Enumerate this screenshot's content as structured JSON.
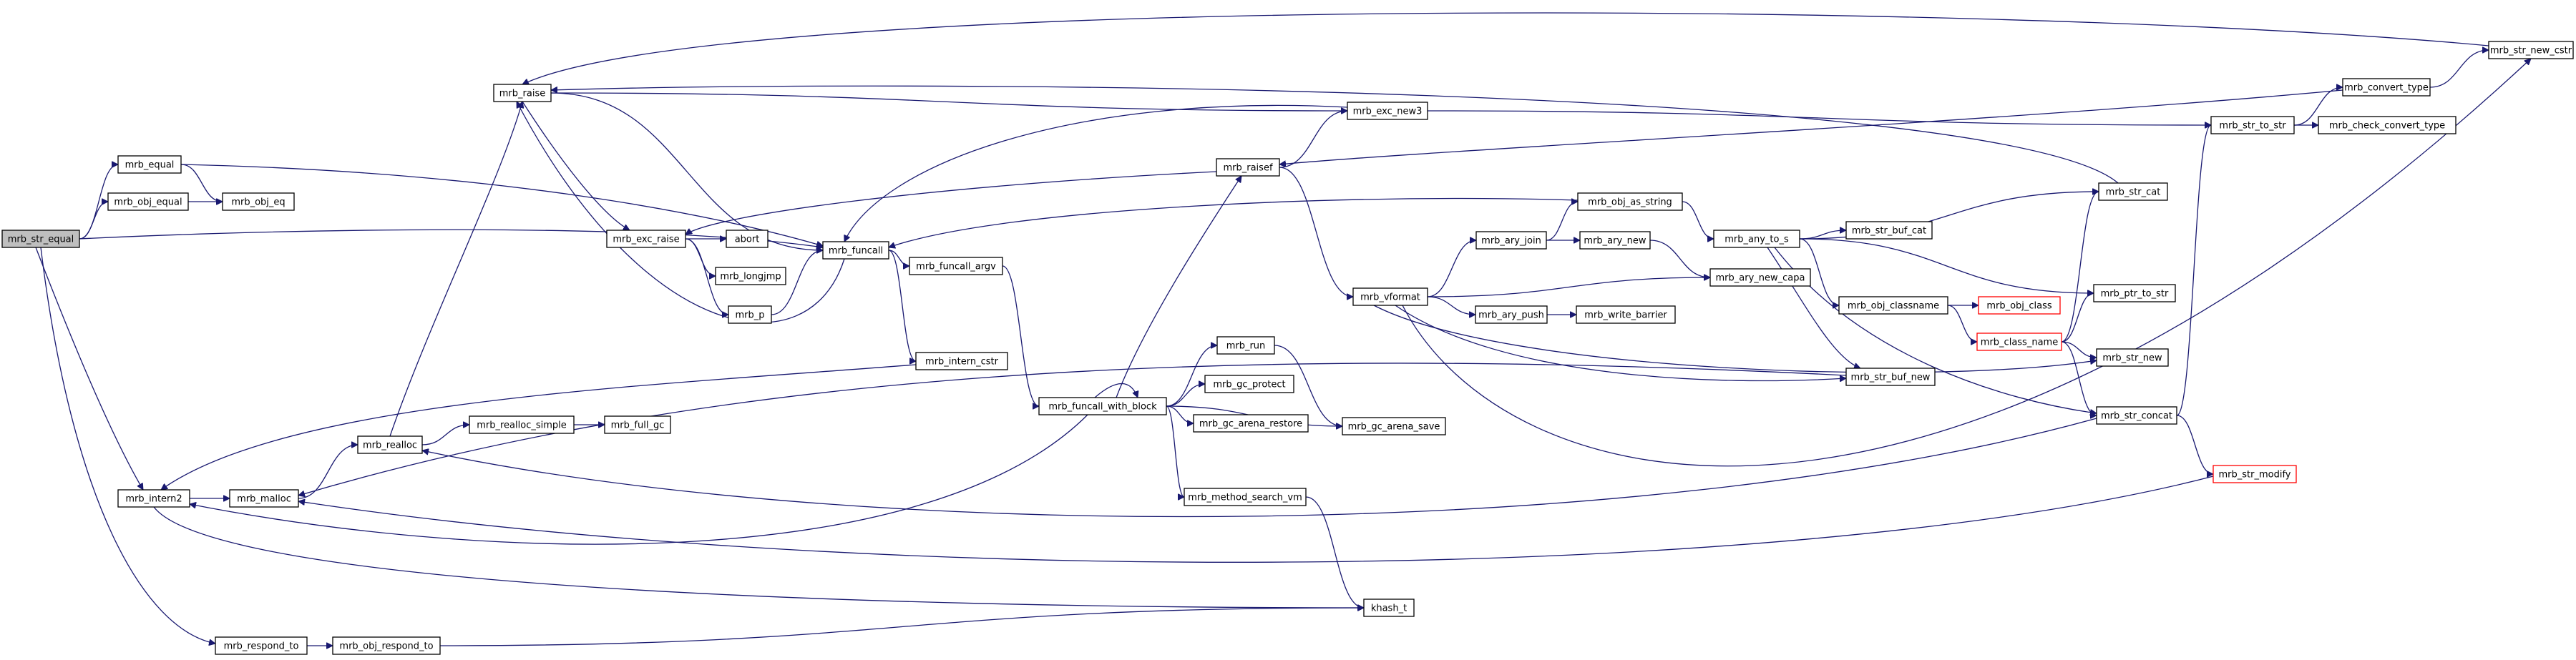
{
  "graph": {
    "root": "mrb_str_equal",
    "colors": {
      "edge": "#191970",
      "node_border": "#000000",
      "truncated_border": "#ff0000",
      "root_fill": "#bfbfbf"
    },
    "nodes": [
      {
        "id": "mrb_str_equal",
        "label": "mrb_str_equal",
        "root": true
      },
      {
        "id": "mrb_equal",
        "label": "mrb_equal"
      },
      {
        "id": "mrb_obj_equal",
        "label": "mrb_obj_equal"
      },
      {
        "id": "mrb_obj_eq",
        "label": "mrb_obj_eq"
      },
      {
        "id": "mrb_intern2",
        "label": "mrb_intern2"
      },
      {
        "id": "mrb_respond_to",
        "label": "mrb_respond_to"
      },
      {
        "id": "mrb_obj_respond_to",
        "label": "mrb_obj_respond_to"
      },
      {
        "id": "mrb_malloc",
        "label": "mrb_malloc"
      },
      {
        "id": "mrb_realloc",
        "label": "mrb_realloc"
      },
      {
        "id": "mrb_realloc_simple",
        "label": "mrb_realloc_simple"
      },
      {
        "id": "mrb_full_gc",
        "label": "mrb_full_gc"
      },
      {
        "id": "mrb_raise",
        "label": "mrb_raise"
      },
      {
        "id": "mrb_exc_raise",
        "label": "mrb_exc_raise"
      },
      {
        "id": "abort",
        "label": "abort"
      },
      {
        "id": "mrb_longjmp",
        "label": "mrb_longjmp"
      },
      {
        "id": "mrb_p",
        "label": "mrb_p"
      },
      {
        "id": "mrb_funcall",
        "label": "mrb_funcall"
      },
      {
        "id": "mrb_funcall_argv",
        "label": "mrb_funcall_argv"
      },
      {
        "id": "mrb_intern_cstr",
        "label": "mrb_intern_cstr"
      },
      {
        "id": "mrb_funcall_with_block",
        "label": "mrb_funcall_with_block"
      },
      {
        "id": "mrb_run",
        "label": "mrb_run"
      },
      {
        "id": "mrb_gc_protect",
        "label": "mrb_gc_protect"
      },
      {
        "id": "mrb_gc_arena_restore",
        "label": "mrb_gc_arena_restore"
      },
      {
        "id": "mrb_gc_arena_save",
        "label": "mrb_gc_arena_save"
      },
      {
        "id": "mrb_method_search_vm",
        "label": "mrb_method_search_vm"
      },
      {
        "id": "khash_t",
        "label": "khash_t"
      },
      {
        "id": "mrb_raisef",
        "label": "mrb_raisef"
      },
      {
        "id": "mrb_exc_new3",
        "label": "mrb_exc_new3"
      },
      {
        "id": "mrb_vformat",
        "label": "mrb_vformat"
      },
      {
        "id": "mrb_ary_join",
        "label": "mrb_ary_join"
      },
      {
        "id": "mrb_ary_new",
        "label": "mrb_ary_new"
      },
      {
        "id": "mrb_ary_new_capa",
        "label": "mrb_ary_new_capa"
      },
      {
        "id": "mrb_ary_push",
        "label": "mrb_ary_push"
      },
      {
        "id": "mrb_write_barrier",
        "label": "mrb_write_barrier"
      },
      {
        "id": "mrb_obj_as_string",
        "label": "mrb_obj_as_string"
      },
      {
        "id": "mrb_any_to_s",
        "label": "mrb_any_to_s"
      },
      {
        "id": "mrb_str_buf_cat",
        "label": "mrb_str_buf_cat"
      },
      {
        "id": "mrb_obj_classname",
        "label": "mrb_obj_classname"
      },
      {
        "id": "mrb_obj_class",
        "label": "mrb_obj_class",
        "truncated": true
      },
      {
        "id": "mrb_class_name",
        "label": "mrb_class_name",
        "truncated": true
      },
      {
        "id": "mrb_str_buf_new",
        "label": "mrb_str_buf_new"
      },
      {
        "id": "mrb_str_cat",
        "label": "mrb_str_cat"
      },
      {
        "id": "mrb_ptr_to_str",
        "label": "mrb_ptr_to_str"
      },
      {
        "id": "mrb_str_new",
        "label": "mrb_str_new"
      },
      {
        "id": "mrb_str_concat",
        "label": "mrb_str_concat"
      },
      {
        "id": "mrb_str_modify",
        "label": "mrb_str_modify",
        "truncated": true
      },
      {
        "id": "mrb_str_to_str",
        "label": "mrb_str_to_str"
      },
      {
        "id": "mrb_convert_type",
        "label": "mrb_convert_type"
      },
      {
        "id": "mrb_check_convert_type",
        "label": "mrb_check_convert_type"
      },
      {
        "id": "mrb_str_new_cstr",
        "label": "mrb_str_new_cstr"
      }
    ],
    "edges": [
      [
        "mrb_str_equal",
        "mrb_equal"
      ],
      [
        "mrb_str_equal",
        "mrb_obj_equal"
      ],
      [
        "mrb_str_equal",
        "mrb_funcall"
      ],
      [
        "mrb_str_equal",
        "mrb_intern2"
      ],
      [
        "mrb_str_equal",
        "mrb_respond_to"
      ],
      [
        "mrb_equal",
        "mrb_obj_eq"
      ],
      [
        "mrb_equal",
        "mrb_funcall"
      ],
      [
        "mrb_obj_equal",
        "mrb_obj_eq"
      ],
      [
        "mrb_intern2",
        "mrb_malloc"
      ],
      [
        "mrb_intern2",
        "khash_t"
      ],
      [
        "mrb_respond_to",
        "mrb_obj_respond_to"
      ],
      [
        "mrb_obj_respond_to",
        "khash_t"
      ],
      [
        "mrb_malloc",
        "mrb_realloc"
      ],
      [
        "mrb_realloc",
        "mrb_realloc_simple"
      ],
      [
        "mrb_realloc",
        "mrb_raise"
      ],
      [
        "mrb_realloc_simple",
        "mrb_full_gc"
      ],
      [
        "mrb_raise",
        "mrb_exc_raise"
      ],
      [
        "mrb_raise",
        "mrb_exc_new3"
      ],
      [
        "mrb_raise",
        "mrb_funcall"
      ],
      [
        "mrb_exc_raise",
        "abort"
      ],
      [
        "mrb_exc_raise",
        "mrb_longjmp"
      ],
      [
        "mrb_exc_raise",
        "mrb_p"
      ],
      [
        "mrb_p",
        "mrb_funcall"
      ],
      [
        "mrb_funcall",
        "mrb_funcall_argv"
      ],
      [
        "mrb_funcall",
        "mrb_intern_cstr"
      ],
      [
        "mrb_funcall",
        "mrb_raise"
      ],
      [
        "mrb_intern_cstr",
        "mrb_intern2"
      ],
      [
        "mrb_funcall_argv",
        "mrb_funcall_with_block"
      ],
      [
        "mrb_funcall_with_block",
        "mrb_run"
      ],
      [
        "mrb_funcall_with_block",
        "mrb_gc_protect"
      ],
      [
        "mrb_funcall_with_block",
        "mrb_gc_arena_restore"
      ],
      [
        "mrb_funcall_with_block",
        "mrb_gc_arena_save"
      ],
      [
        "mrb_funcall_with_block",
        "mrb_method_search_vm"
      ],
      [
        "mrb_funcall_with_block",
        "mrb_raisef"
      ],
      [
        "mrb_funcall_with_block",
        "mrb_intern2"
      ],
      [
        "mrb_funcall_with_block",
        "mrb_funcall_with_block"
      ],
      [
        "mrb_run",
        "mrb_gc_arena_save"
      ],
      [
        "mrb_method_search_vm",
        "khash_t"
      ],
      [
        "mrb_raisef",
        "mrb_exc_new3"
      ],
      [
        "mrb_raisef",
        "mrb_vformat"
      ],
      [
        "mrb_raisef",
        "mrb_exc_raise"
      ],
      [
        "mrb_exc_new3",
        "mrb_funcall"
      ],
      [
        "mrb_exc_new3",
        "mrb_str_to_str"
      ],
      [
        "mrb_vformat",
        "mrb_ary_join"
      ],
      [
        "mrb_vformat",
        "mrb_ary_new_capa"
      ],
      [
        "mrb_vformat",
        "mrb_ary_push"
      ],
      [
        "mrb_vformat",
        "mrb_str_new"
      ],
      [
        "mrb_vformat",
        "mrb_str_buf_new"
      ],
      [
        "mrb_vformat",
        "mrb_str_new_cstr"
      ],
      [
        "mrb_ary_join",
        "mrb_obj_as_string"
      ],
      [
        "mrb_ary_join",
        "mrb_ary_new"
      ],
      [
        "mrb_ary_new",
        "mrb_ary_new_capa"
      ],
      [
        "mrb_ary_push",
        "mrb_write_barrier"
      ],
      [
        "mrb_obj_as_string",
        "mrb_any_to_s"
      ],
      [
        "mrb_obj_as_string",
        "mrb_funcall"
      ],
      [
        "mrb_any_to_s",
        "mrb_str_buf_cat"
      ],
      [
        "mrb_any_to_s",
        "mrb_obj_classname"
      ],
      [
        "mrb_any_to_s",
        "mrb_str_cat"
      ],
      [
        "mrb_any_to_s",
        "mrb_ptr_to_str"
      ],
      [
        "mrb_any_to_s",
        "mrb_str_buf_new"
      ],
      [
        "mrb_any_to_s",
        "mrb_str_concat"
      ],
      [
        "mrb_obj_classname",
        "mrb_obj_class"
      ],
      [
        "mrb_obj_classname",
        "mrb_class_name"
      ],
      [
        "mrb_class_name",
        "mrb_str_cat"
      ],
      [
        "mrb_class_name",
        "mrb_ptr_to_str"
      ],
      [
        "mrb_class_name",
        "mrb_str_new"
      ],
      [
        "mrb_class_name",
        "mrb_str_concat"
      ],
      [
        "mrb_str_buf_new",
        "mrb_malloc"
      ],
      [
        "mrb_str_cat",
        "mrb_raise"
      ],
      [
        "mrb_str_concat",
        "mrb_str_to_str"
      ],
      [
        "mrb_str_concat",
        "mrb_str_modify"
      ],
      [
        "mrb_str_concat",
        "mrb_realloc"
      ],
      [
        "mrb_str_modify",
        "mrb_malloc"
      ],
      [
        "mrb_str_to_str",
        "mrb_convert_type"
      ],
      [
        "mrb_str_to_str",
        "mrb_check_convert_type"
      ],
      [
        "mrb_convert_type",
        "mrb_str_new_cstr"
      ],
      [
        "mrb_convert_type",
        "mrb_raisef"
      ],
      [
        "mrb_str_new_cstr",
        "mrb_raise"
      ]
    ]
  }
}
